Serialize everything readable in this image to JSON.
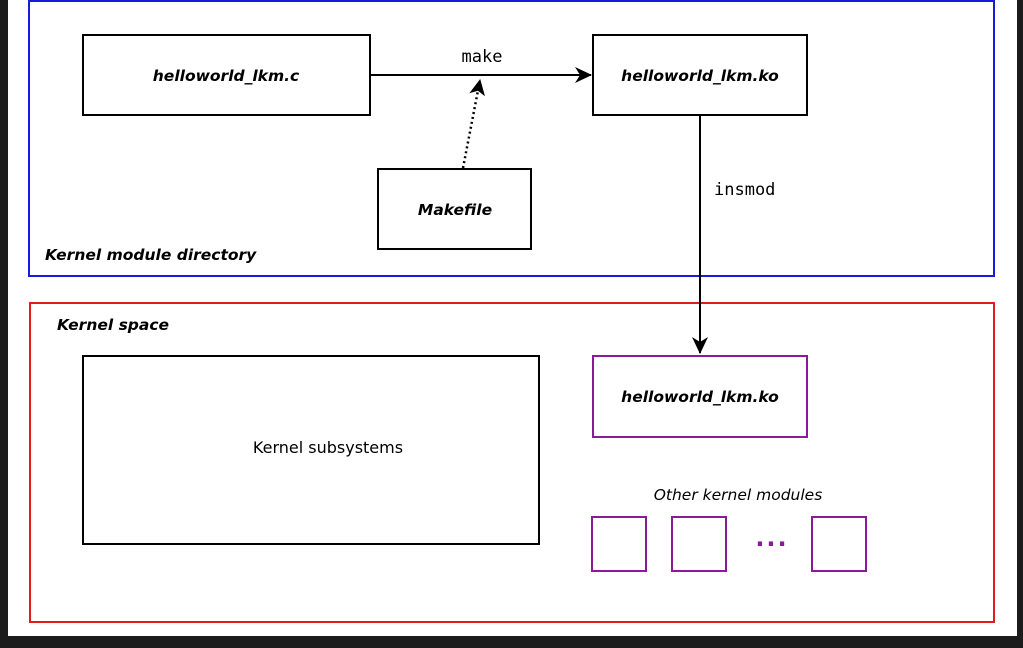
{
  "module_directory": {
    "label": "Kernel module directory",
    "border_color": "#1a1add",
    "source_file": "helloworld_lkm.c",
    "compiled_file": "helloworld_lkm.ko",
    "makefile": "Makefile",
    "make_label": "make"
  },
  "insmod_label": "insmod",
  "kernel_space": {
    "label": "Kernel space",
    "border_color": "#e01b1b",
    "subsystems": "Kernel subsystems",
    "loaded_module": "helloworld_lkm.ko",
    "other_modules_label": "Other kernel modules",
    "ellipsis": "...",
    "module_color": "#8b1a9b"
  }
}
